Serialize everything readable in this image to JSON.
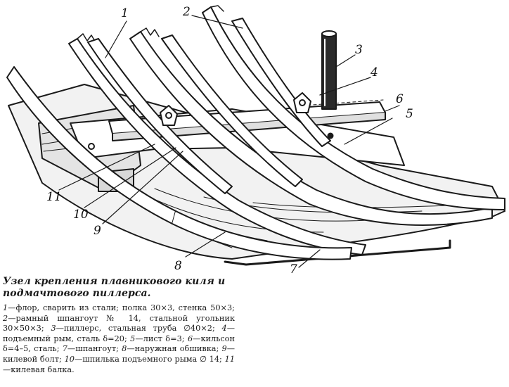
{
  "figure": {
    "callouts": [
      "1",
      "2",
      "3",
      "4",
      "5",
      "6",
      "7",
      "8",
      "9",
      "10",
      "11"
    ]
  },
  "caption": {
    "title": "Узел крепления плавникового киля и подмачтового пиллерса.",
    "legend": [
      {
        "num": "1",
        "text": "—флор, сварить из стали; полка 30×3, стенка 50×3;"
      },
      {
        "num": "2",
        "text": "—рамный шпангоут № 14, стальной угольник 30×50×3;"
      },
      {
        "num": "3",
        "text": "—пиллерс, стальная труба ∅40×2;"
      },
      {
        "num": "4",
        "text": "—подъемный рым, сталь δ=20;"
      },
      {
        "num": "5",
        "text": "—лист δ=3;"
      },
      {
        "num": "6",
        "text": "—кильсон δ=4–5, сталь;"
      },
      {
        "num": "7",
        "text": "—шпангоут;"
      },
      {
        "num": "8",
        "text": "—наружная обшивка;"
      },
      {
        "num": "9",
        "text": "—килевой болт;"
      },
      {
        "num": "10",
        "text": "—шпилька подъемного рыма ∅ 14;"
      },
      {
        "num": "11",
        "text": "—килевая балка."
      }
    ]
  }
}
